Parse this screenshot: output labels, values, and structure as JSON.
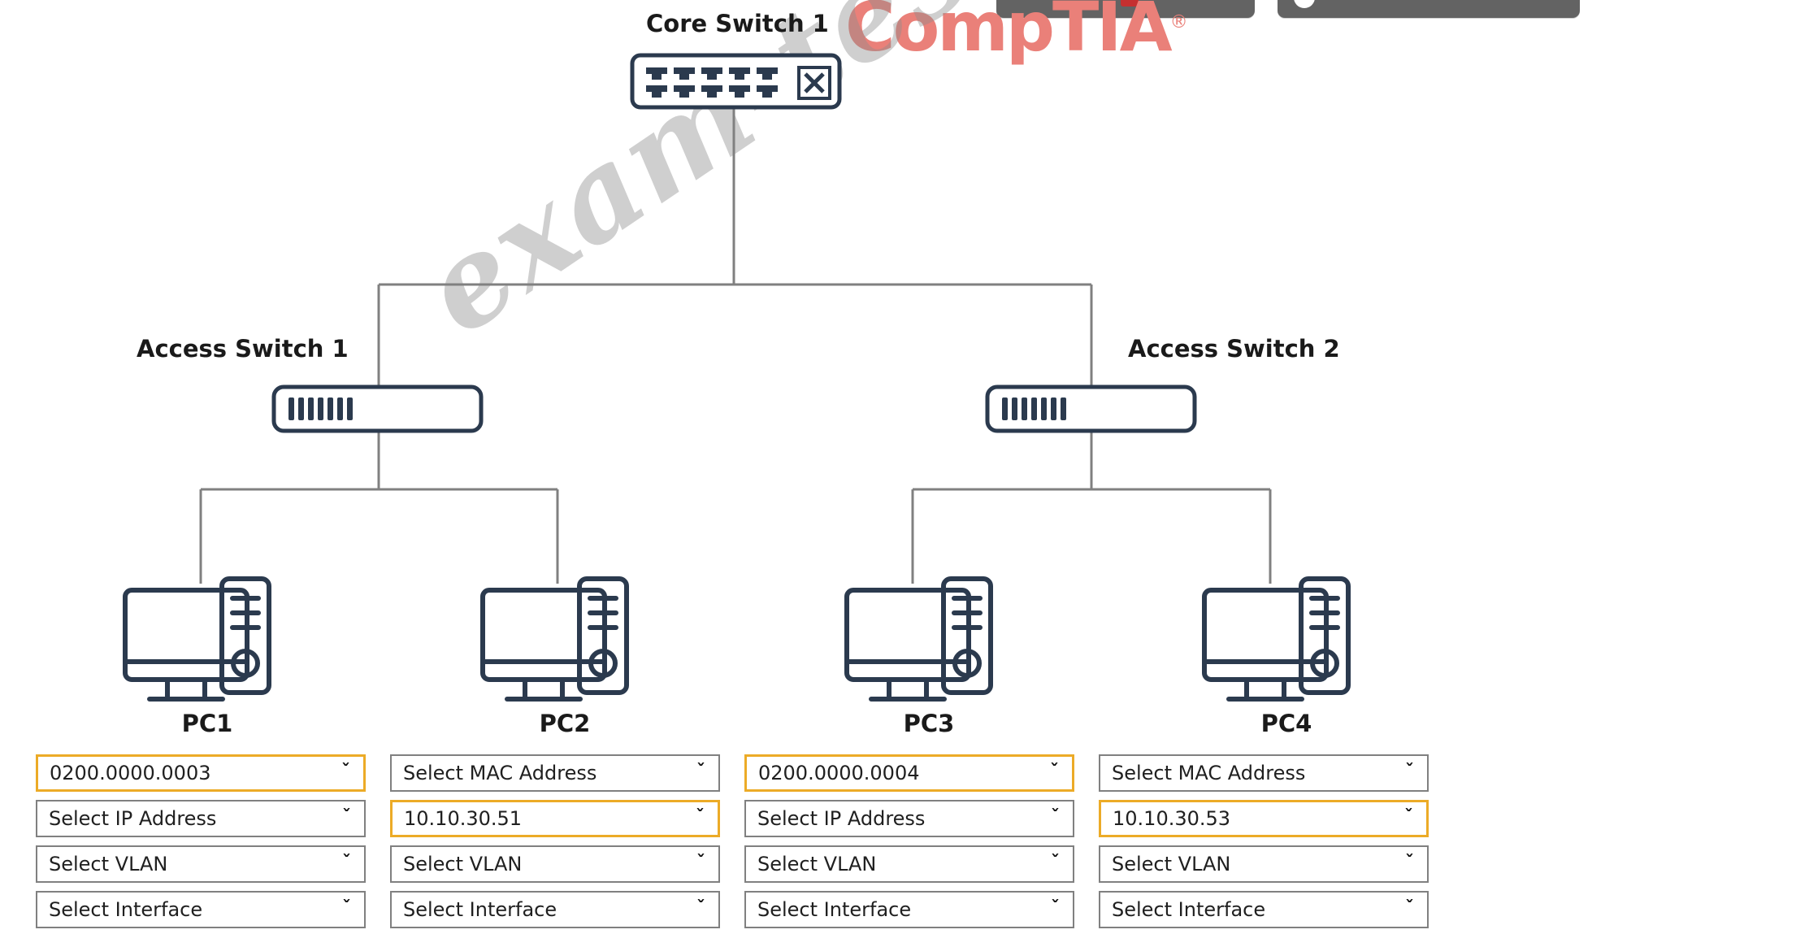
{
  "brand": {
    "logo_text": "CompTIA",
    "logo_registered": "®",
    "logo_color": "#ea8079"
  },
  "watermark": {
    "text": "exam-tests.com"
  },
  "toolbar": {
    "buttons": [
      {
        "name": "toolbar-button-left",
        "label": ""
      },
      {
        "name": "toolbar-button-right",
        "label": ""
      }
    ]
  },
  "topology": {
    "core": {
      "label": "Core Switch 1",
      "port_rows": 2,
      "ports_per_row": 5,
      "module_icon": "crossbar-icon"
    },
    "access_switches": [
      {
        "label": "Access Switch 1",
        "port_bars": 7
      },
      {
        "label": "Access Switch 2",
        "port_bars": 7
      }
    ],
    "hosts": [
      {
        "label": "PC1"
      },
      {
        "label": "PC2"
      },
      {
        "label": "PC3"
      },
      {
        "label": "PC4"
      }
    ],
    "line_color": "#808080",
    "device_color": "#2b3a4e"
  },
  "selectors": {
    "placeholders": {
      "mac": "Select MAC Address",
      "ip": "Select IP Address",
      "vlan": "Select VLAN",
      "interface": "Select Interface"
    },
    "selected_border_color": "#ecab27",
    "default_border_color": "#808080",
    "caret_glyph": "ˇ",
    "columns": [
      {
        "host": "PC1",
        "fields": [
          {
            "key": "mac",
            "value": "0200.0000.0003",
            "selected": true
          },
          {
            "key": "ip",
            "value": "Select IP Address",
            "selected": false
          },
          {
            "key": "vlan",
            "value": "Select VLAN",
            "selected": false
          },
          {
            "key": "interface",
            "value": "Select Interface",
            "selected": false
          }
        ]
      },
      {
        "host": "PC2",
        "fields": [
          {
            "key": "mac",
            "value": "Select MAC Address",
            "selected": false
          },
          {
            "key": "ip",
            "value": "10.10.30.51",
            "selected": true
          },
          {
            "key": "vlan",
            "value": "Select VLAN",
            "selected": false
          },
          {
            "key": "interface",
            "value": "Select Interface",
            "selected": false
          }
        ]
      },
      {
        "host": "PC3",
        "fields": [
          {
            "key": "mac",
            "value": "0200.0000.0004",
            "selected": true
          },
          {
            "key": "ip",
            "value": "Select IP Address",
            "selected": false
          },
          {
            "key": "vlan",
            "value": "Select VLAN",
            "selected": false
          },
          {
            "key": "interface",
            "value": "Select Interface",
            "selected": false
          }
        ]
      },
      {
        "host": "PC4",
        "fields": [
          {
            "key": "mac",
            "value": "Select MAC Address",
            "selected": false
          },
          {
            "key": "ip",
            "value": "10.10.30.53",
            "selected": true
          },
          {
            "key": "vlan",
            "value": "Select VLAN",
            "selected": false
          },
          {
            "key": "interface",
            "value": "Select Interface",
            "selected": false
          }
        ]
      }
    ]
  }
}
